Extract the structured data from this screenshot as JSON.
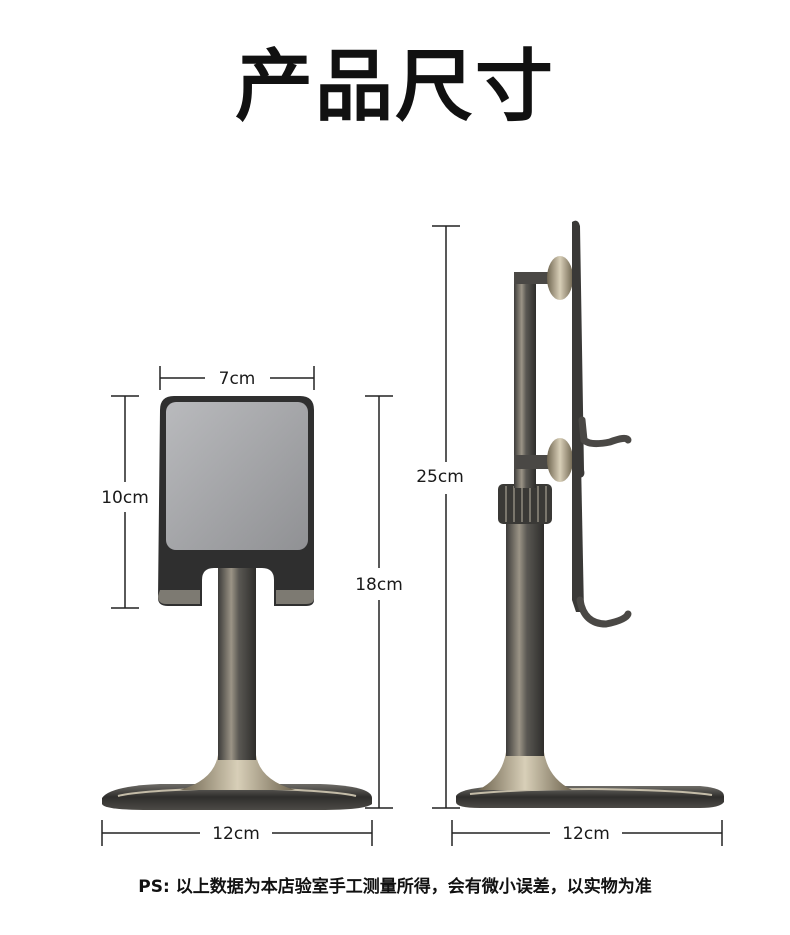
{
  "title": "产品尺寸",
  "dimensions": {
    "front_width_top": "7cm",
    "front_holder_height": "10cm",
    "front_total_height": "18cm",
    "front_base_width": "12cm",
    "side_total_height": "25cm",
    "side_base_width": "12cm"
  },
  "note": "PS: 以上数据为本店验室手工测量所得，会有微小误差，以实物为准",
  "colors": {
    "metal_dark": "#4a4a48",
    "metal_light": "#c9c3b6",
    "gold": "#a89a7c",
    "plate": "#a8a9ac"
  }
}
